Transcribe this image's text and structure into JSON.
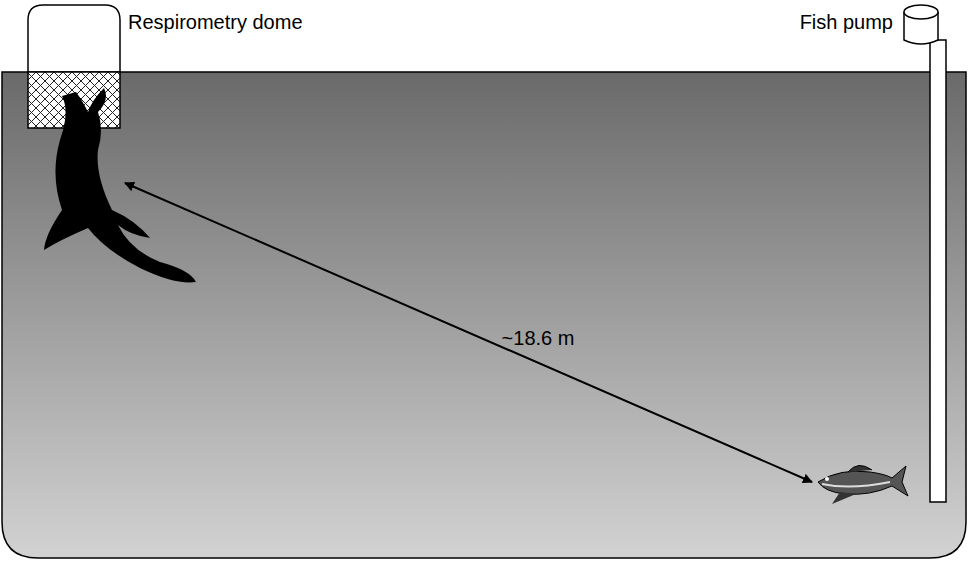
{
  "diagram": {
    "labels": [
      "Respirometry dome",
      "Fish pump",
      "~18.6 m"
    ]
  }
}
